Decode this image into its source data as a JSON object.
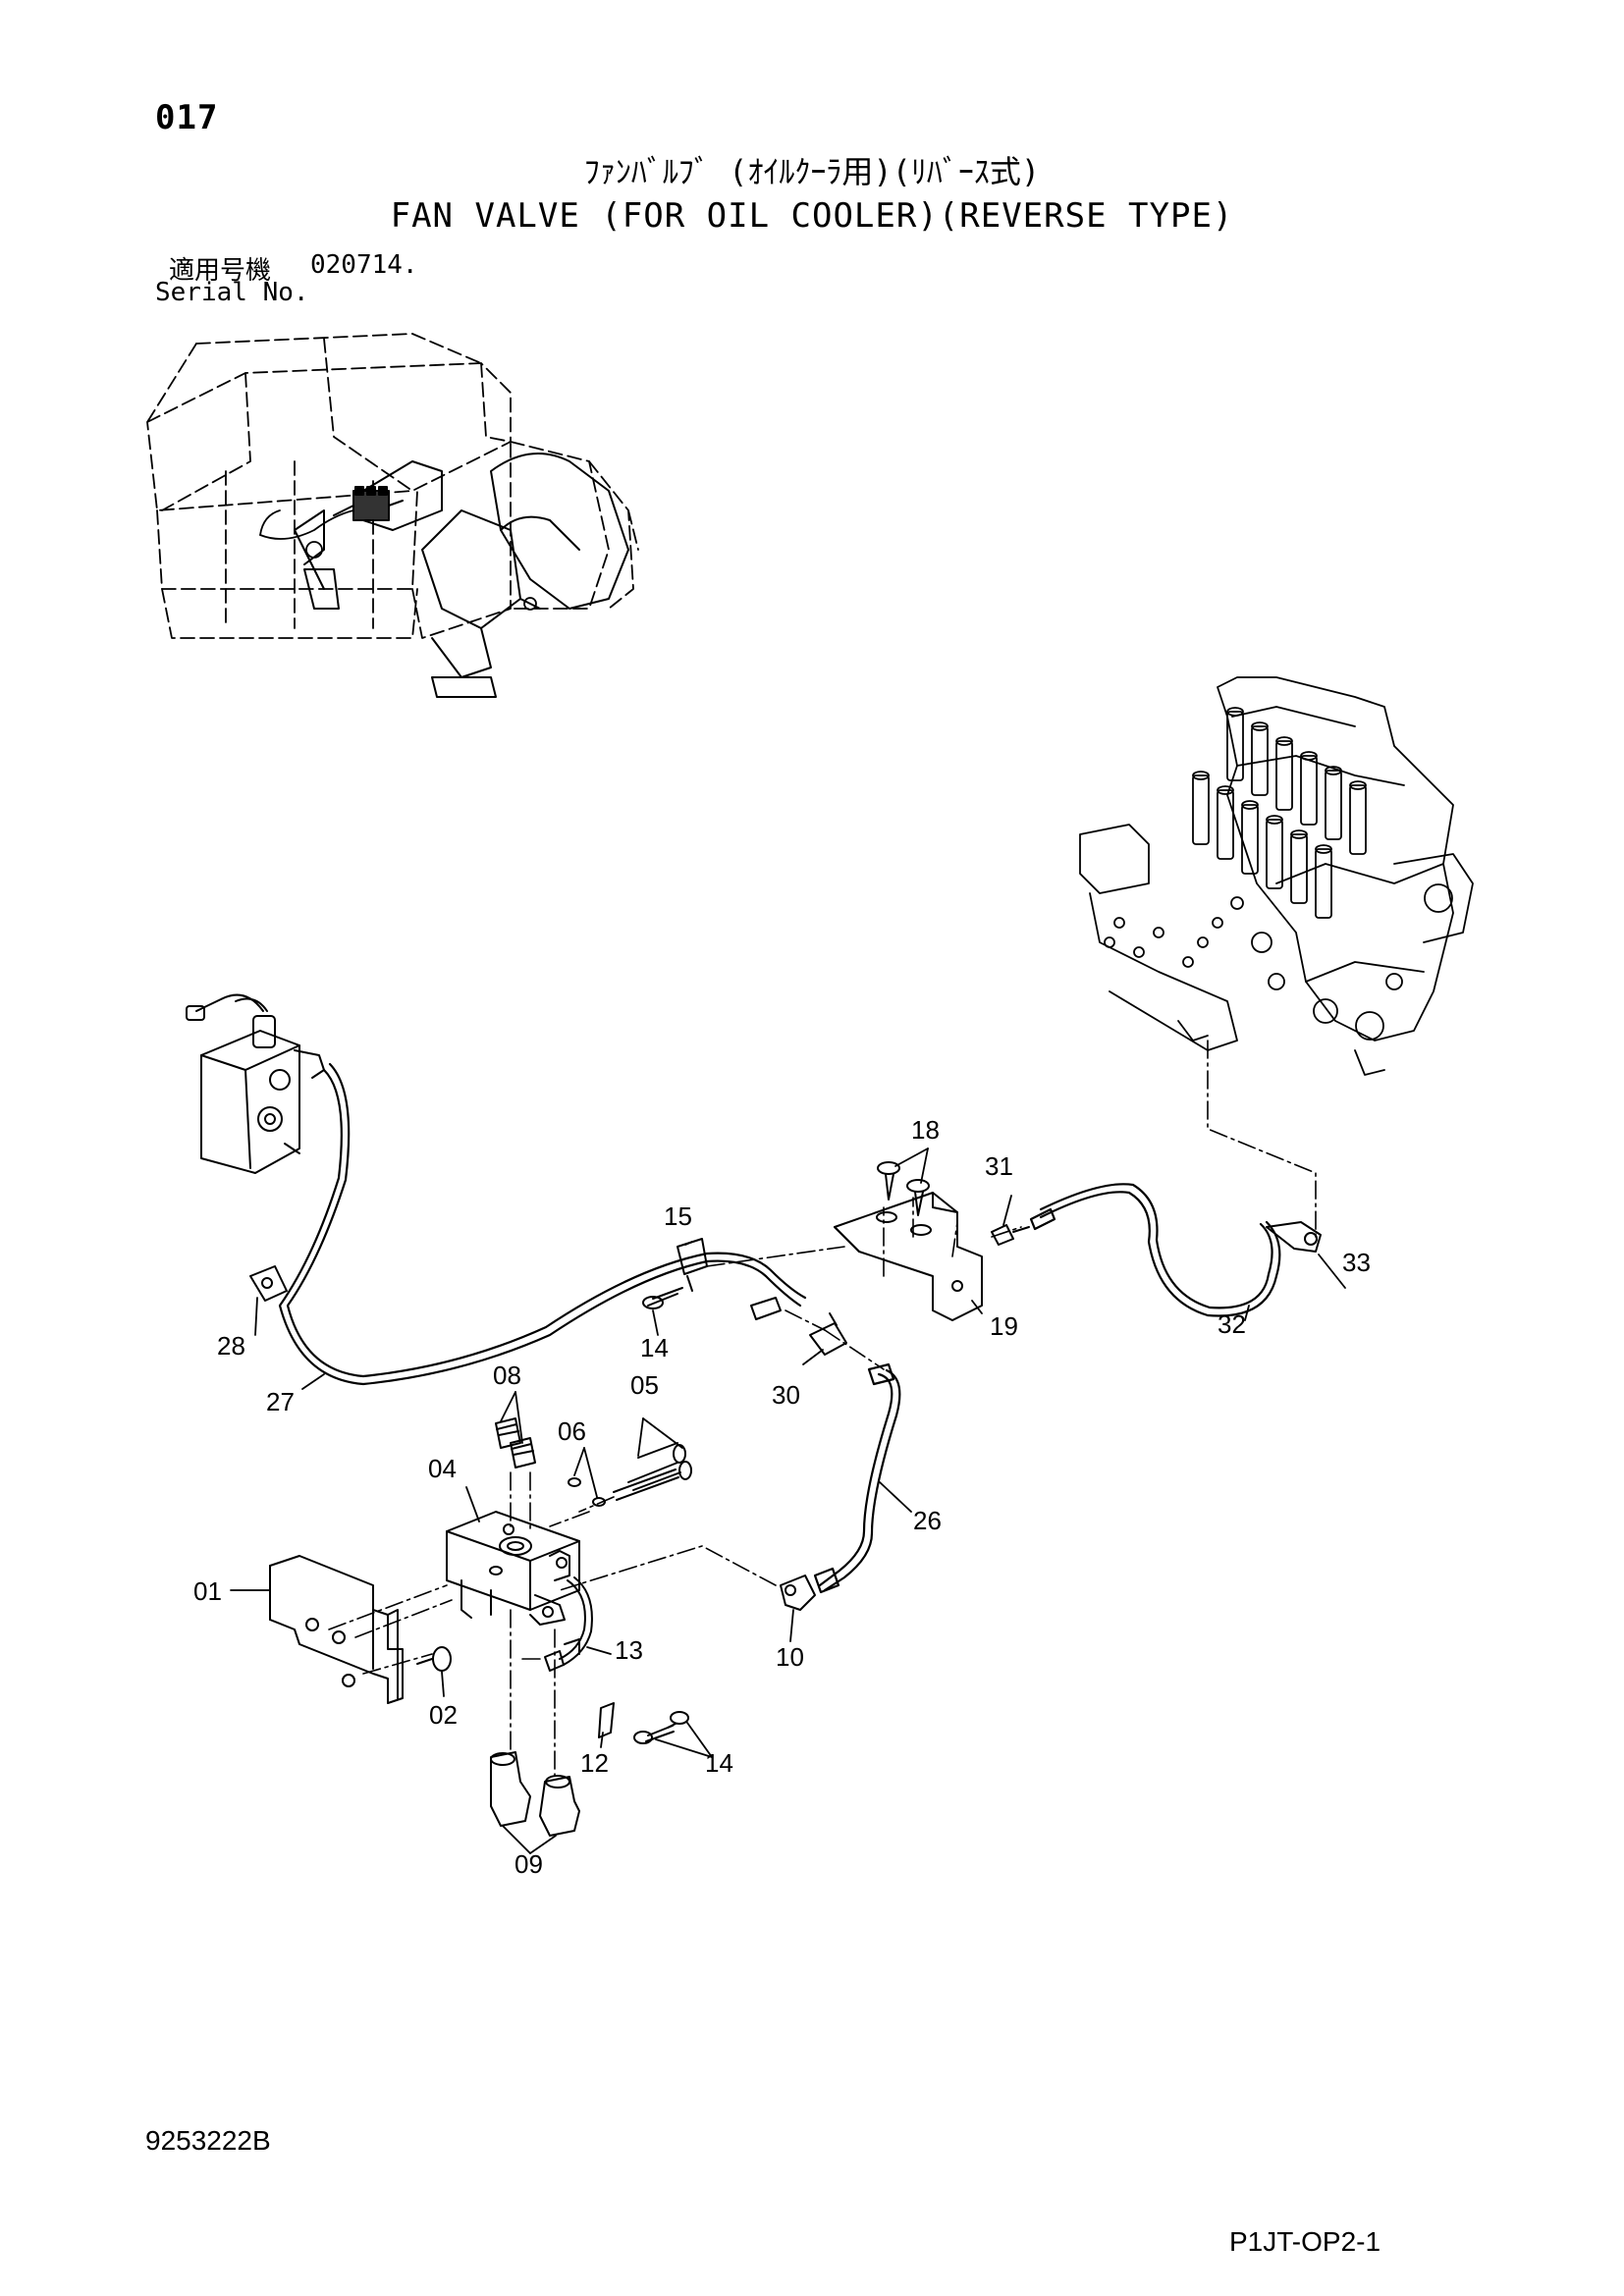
{
  "header": {
    "page_number": "017",
    "title_jp": "ﾌｧﾝﾊﾞﾙﾌﾞ (ｵｲﾙｸｰﾗ用)(ﾘﾊﾞｰｽ式)",
    "title_en": "FAN VALVE (FOR OIL COOLER)(REVERSE TYPE)",
    "serial_label_jp": "適用号機",
    "serial_value": "020714.",
    "serial_label_en": "Serial No."
  },
  "callouts": {
    "c01": "01",
    "c02": "02",
    "c04": "04",
    "c05": "05",
    "c06": "06",
    "c08": "08",
    "c09": "09",
    "c10": "10",
    "c12": "12",
    "c13": "13",
    "c14a": "14",
    "c14b": "14",
    "c15": "15",
    "c18": "18",
    "c19": "19",
    "c26": "26",
    "c27": "27",
    "c28": "28",
    "c30": "30",
    "c31": "31",
    "c32": "32",
    "c33": "33"
  },
  "footer": {
    "document_number": "9253222B",
    "page_code": "P1JT-OP2-1"
  }
}
